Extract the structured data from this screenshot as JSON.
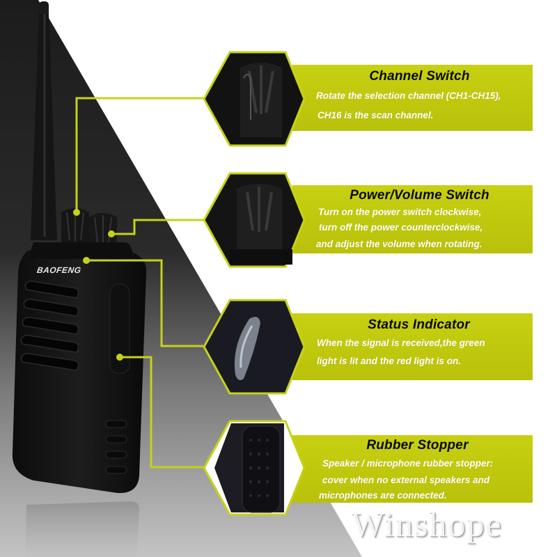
{
  "product": {
    "brand_label": "BAOFENG",
    "watermark": "Winshope"
  },
  "colors": {
    "accent": "#c4cc10",
    "accent_line": "#c6d21a",
    "dark_bg": "#232323",
    "light_bg": "#ffffff",
    "title_text": "#0a0a0a",
    "desc_text": "#ffffff"
  },
  "callouts": [
    {
      "title": "Channel Switch",
      "lines": [
        "Rotate the selection channel (CH1-CH15),",
        "CH16 is the scan channel."
      ],
      "icon": "channel-knob-closeup"
    },
    {
      "title": "Power/Volume Switch",
      "lines": [
        "Turn on the power switch clockwise,",
        "turn off the power counterclockwise,",
        "and adjust the volume when rotating."
      ],
      "icon": "volume-knob-closeup"
    },
    {
      "title": "Status Indicator",
      "lines": [
        "When the signal is received,the green",
        "light is lit and the red light is on."
      ],
      "icon": "led-indicator-closeup"
    },
    {
      "title": "Rubber Stopper",
      "lines": [
        "Speaker / microphone rubber stopper:",
        "cover when no external speakers and",
        "microphones are connected."
      ],
      "icon": "rubber-stopper-closeup"
    }
  ]
}
